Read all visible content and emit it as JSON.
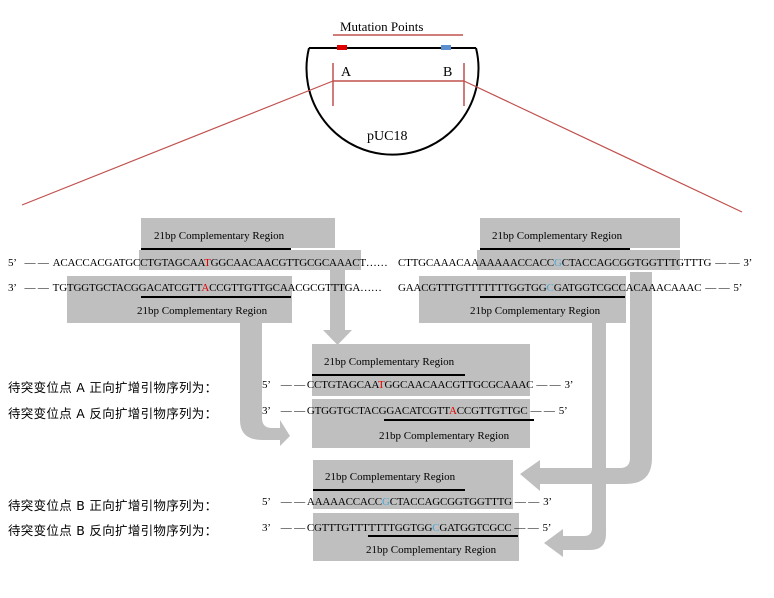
{
  "plasmid": {
    "title": "Mutation Points",
    "name": "pUC18",
    "site_a": "A",
    "site_b": "B",
    "colors": {
      "site_a": "#e00000",
      "site_b": "#5b8fd0",
      "zoom_lines": "#c0504d",
      "arrows": "#bfbfbf",
      "highlight": "#bfbfbf"
    }
  },
  "region_label": "21bp Complementary Region",
  "ends": {
    "five": "5’",
    "three": "3’",
    "dash": "— —",
    "ellipsis": "……"
  },
  "template": {
    "top_left": {
      "pre": "ACACCACGATG",
      "a": "CCTGTAGCAA",
      "mut": "T",
      "b": "GGCAACAACGTTGCGCAAAC",
      "post": "T"
    },
    "top_right": {
      "pre": "CTTGCAAACAA",
      "a": "AAAAACCACC",
      "mut": "G",
      "b": "CTACCAGCGGTGGTTTG",
      "post": "TTTG"
    },
    "bottom_left": {
      "pre": "TGTGGTGCTAC",
      "a": "GGACATCGTT",
      "mut": "A",
      "b": "CCGTTGTTGC",
      "post": "AACGCGTTTGA"
    },
    "bottom_right": {
      "pre": "GAACGTTTGTT",
      "a": "TTTTTGGTGG",
      "mut": "C",
      "b": "GATGGTCGCC",
      "post": "ACAAACAAAC"
    }
  },
  "primers": {
    "a_forward": {
      "label": "待突变位点 A 正向扩增引物序列为：",
      "end_start": "5’",
      "a": "CCTGTAGCAA",
      "mut": "T",
      "b": "GGCAACAACGTTGCGCAAAC",
      "end_stop": "3’"
    },
    "a_reverse": {
      "label": "待突变位点 A 反向扩增引物序列为：",
      "end_start": "3’",
      "a": "GTGGTGCTAC",
      "b1": "GGACATCGTT",
      "mut": "A",
      "b": "CCGTTGTTGC",
      "end_stop": "5’"
    },
    "b_forward": {
      "label": "待突变位点 B 正向扩增引物序列为：",
      "end_start": "5’",
      "a": "AAAAACCACC",
      "mut": "G",
      "b": "CTACCAGCGGTGGTTTG",
      "end_stop": "3’"
    },
    "b_reverse": {
      "label": "待突变位点 B 反向扩增引物序列为：",
      "end_start": "3’",
      "a": "CGTTTGTT",
      "b1": "TTTTTGGTGG",
      "mut": "C",
      "b": "GATGGTCGCC",
      "end_stop": "5’"
    }
  }
}
